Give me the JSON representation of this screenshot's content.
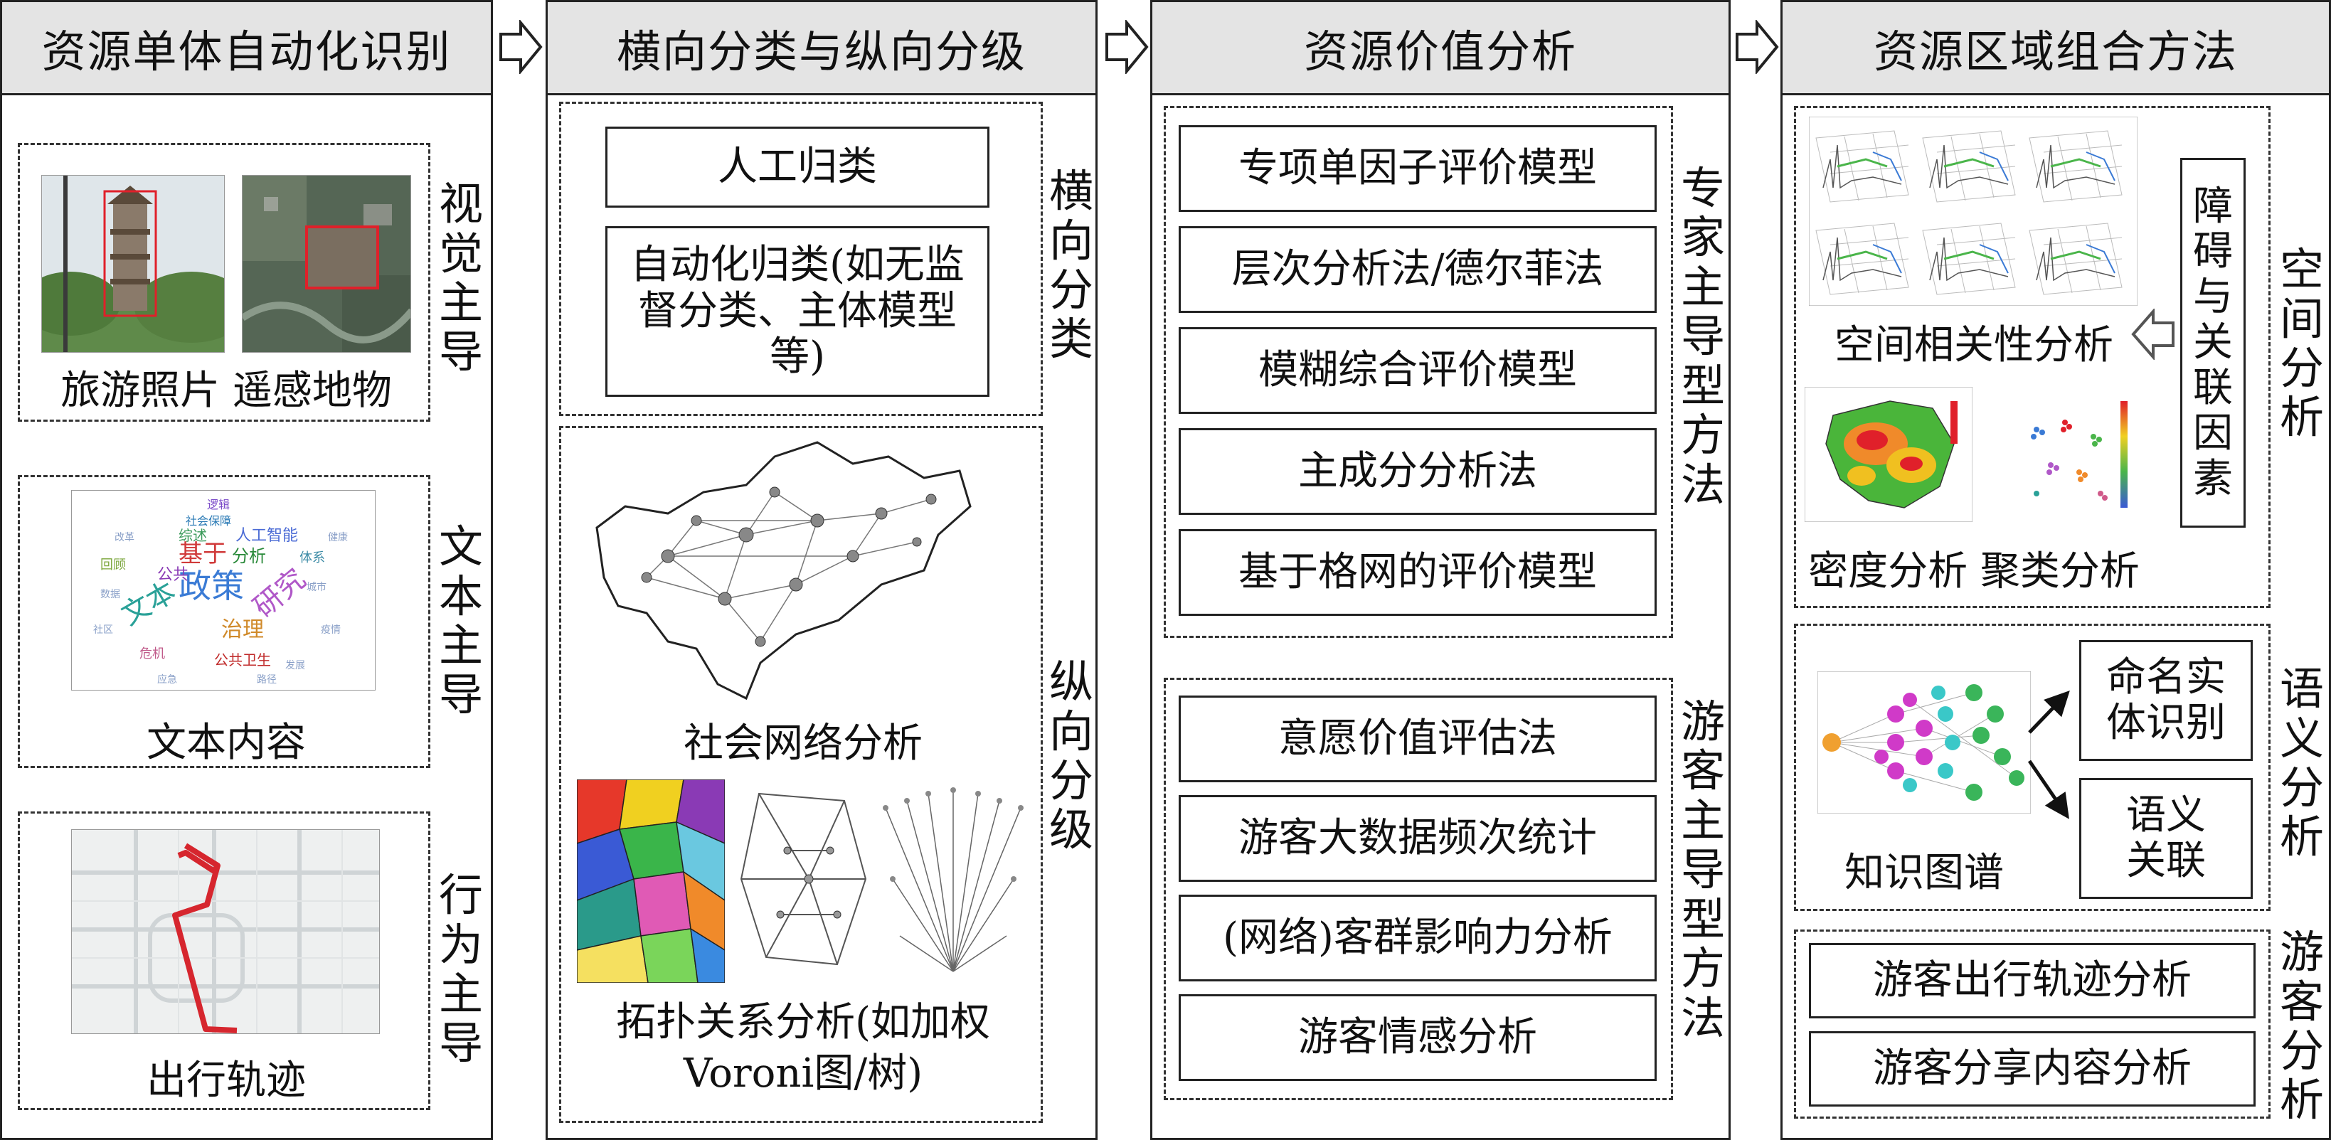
{
  "columns": [
    {
      "title": "资源单体自动化识别"
    },
    {
      "title": "横向分类与纵向分级"
    },
    {
      "title": "资源价值分析"
    },
    {
      "title": "资源区域组合方法"
    }
  ],
  "col1": {
    "visual": {
      "label": [
        "视",
        "觉",
        "主",
        "导"
      ],
      "caption": "旅游照片 遥感地物"
    },
    "text": {
      "label": [
        "文",
        "本",
        "主",
        "导"
      ],
      "caption": "文本内容",
      "cloud_words": [
        "政策",
        "文本",
        "研究",
        "基于",
        "分析",
        "治理",
        "公共卫生",
        "人工智能",
        "综述",
        "逻辑",
        "社会保障",
        "公共",
        "危机",
        "体系",
        "回顾"
      ]
    },
    "behavior": {
      "label": [
        "行",
        "为",
        "主",
        "导"
      ],
      "caption": "出行轨迹"
    }
  },
  "col2": {
    "horizontal": {
      "label": [
        "横",
        "向",
        "分",
        "类"
      ],
      "box1": "人工归类",
      "box2": "自动化归类(如无监督分类、主体模型等)"
    },
    "vertical": {
      "label": [
        "纵",
        "向",
        "分",
        "级"
      ],
      "cap1": "社会网络分析",
      "cap2_line1": "拓扑关系分析(如加权",
      "cap2_line2": "Voroni图/树)"
    }
  },
  "col3": {
    "expert": {
      "label": [
        "专",
        "家",
        "主",
        "导",
        "型",
        "方",
        "法"
      ],
      "items": [
        "专项单因子评价模型",
        "层次分析法/德尔菲法",
        "模糊综合评价模型",
        "主成分分析法",
        "基于格网的评价模型"
      ]
    },
    "tourist": {
      "label": [
        "游",
        "客",
        "主",
        "导",
        "型",
        "方",
        "法"
      ],
      "items": [
        "意愿价值评估法",
        "游客大数据频次统计",
        "(网络)客群影响力分析",
        "游客情感分析"
      ]
    }
  },
  "col4": {
    "spatial": {
      "label": [
        "空",
        "间",
        "分",
        "析"
      ],
      "factor": [
        "障",
        "碍",
        "与",
        "关",
        "联",
        "因",
        "素"
      ],
      "cap_corr": "空间相关性分析",
      "cap_density": "密度分析 聚类分析"
    },
    "semantic": {
      "label": [
        "语",
        "义",
        "分",
        "析"
      ],
      "box_ner_l1": "命名实",
      "box_ner_l2": "体识别",
      "box_rel_l1": "语义",
      "box_rel_l2": "关联",
      "cap_kg": "知识图谱"
    },
    "tourist": {
      "label": [
        "游",
        "客",
        "分",
        "析"
      ],
      "items": [
        "游客出行轨迹分析",
        "游客分享内容分析"
      ]
    }
  }
}
